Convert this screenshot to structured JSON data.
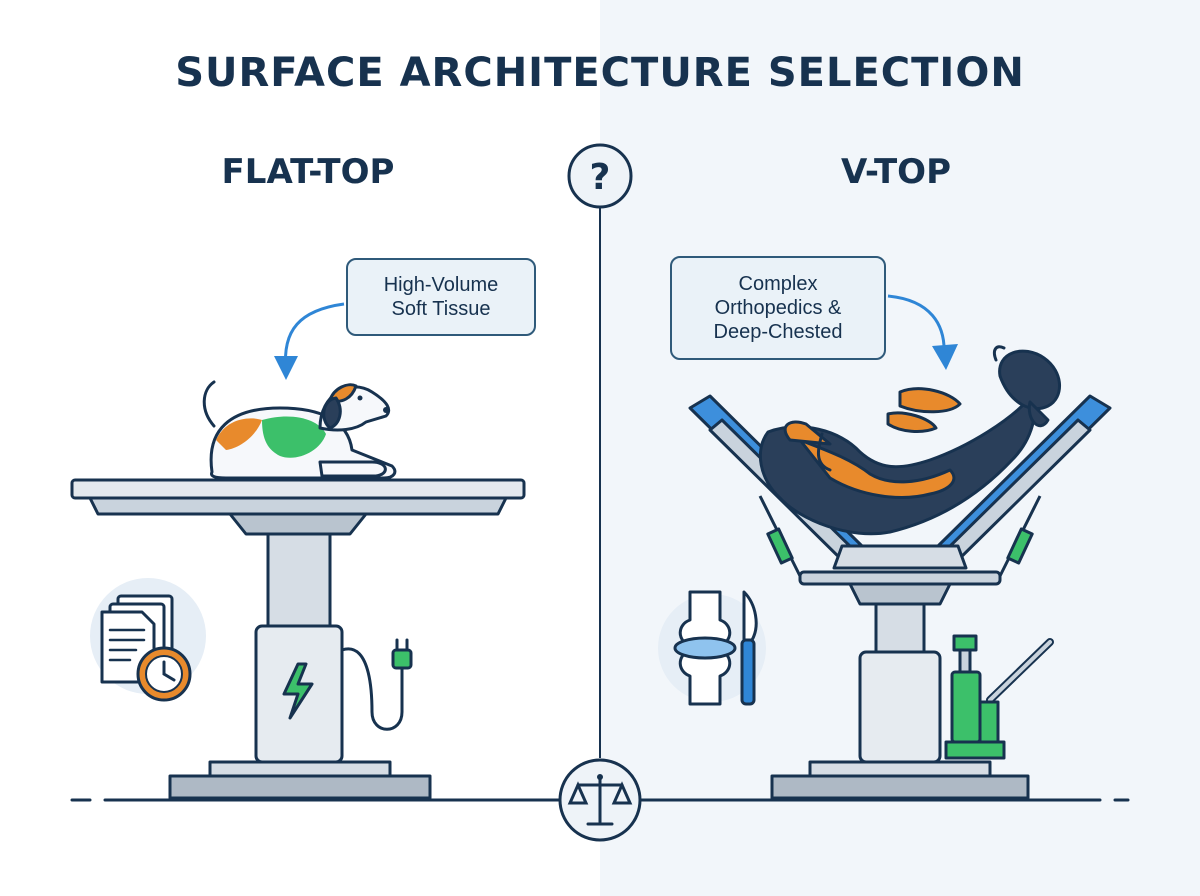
{
  "title": "SURFACE ARCHITECTURE SELECTION",
  "divider": {
    "question_glyph": "?"
  },
  "left": {
    "heading": "FLAT-TOP",
    "callout": [
      "High-Volume",
      "Soft Tissue"
    ]
  },
  "right": {
    "heading": "V-TOP",
    "callout": [
      "Complex",
      "Orthopedics &",
      "Deep-Chested"
    ]
  },
  "colors": {
    "navy": "#17324f",
    "blue": "#2f86d6",
    "green": "#3cc06a",
    "orange": "#e88a2c",
    "steel": "#c9d3dd"
  }
}
